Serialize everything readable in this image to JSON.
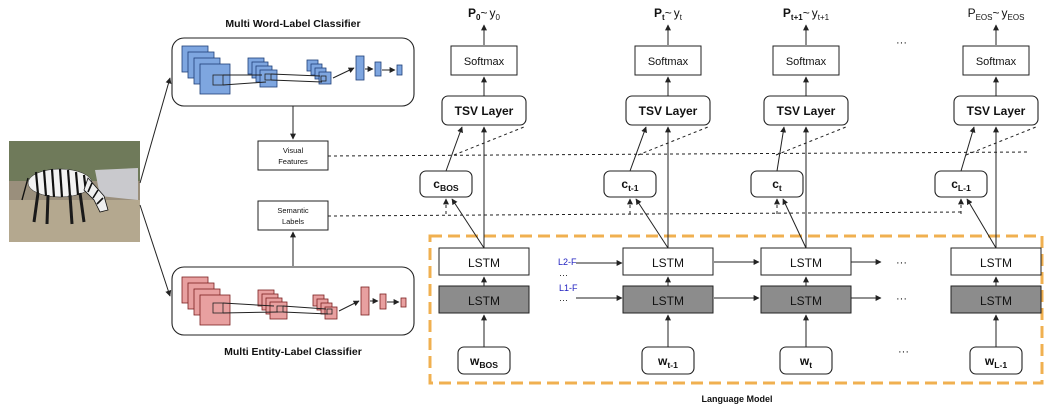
{
  "classifiers": {
    "word_title": "Multi Word-Label Classifier",
    "entity_title": "Multi Entity-Label Classifier"
  },
  "features": {
    "visual_line1": "Visual",
    "visual_line2": "Features",
    "semantic_line1": "Semantic",
    "semantic_line2": "Labels"
  },
  "language_model_label": "Language Model",
  "layers": {
    "softmax": "Softmax",
    "tsv": "TSV Layer",
    "lstm": "LSTM",
    "l2f": "L2-F",
    "l1f": "L1-F",
    "dots": "...",
    "ellipsis": "···"
  },
  "steps": [
    {
      "out_p": "P",
      "out_p_sub": "0",
      "out_y": "y",
      "out_y_sub": "0",
      "ctx": "c",
      "ctx_sub": "BOS",
      "word": "w",
      "word_sub": "BOS"
    },
    {
      "out_p": "P",
      "out_p_sub": "t",
      "out_y": "y",
      "out_y_sub": "t",
      "ctx": "c",
      "ctx_sub": "t-1",
      "word": "w",
      "word_sub": "t-1"
    },
    {
      "out_p": "P",
      "out_p_sub": "t+1",
      "out_y": "y",
      "out_y_sub": "t+1",
      "ctx": "c",
      "ctx_sub": "t",
      "word": "w",
      "word_sub": "t"
    },
    {
      "out_p": "P",
      "out_p_sub": "EOS",
      "out_y": "y",
      "out_y_sub": "EOS",
      "ctx": "c",
      "ctx_sub": "L-1",
      "word": "w",
      "word_sub": "L-1"
    }
  ],
  "tilde": "~",
  "colors": {
    "word_classifier": "#7ea6e0",
    "entity_classifier": "#e8a0a0",
    "lstm_lower": "#8c8c8c",
    "language_model_frame": "#f0b050",
    "fusion_label": "#2020c0"
  },
  "icons": {
    "input_image": "zebra-photo"
  }
}
